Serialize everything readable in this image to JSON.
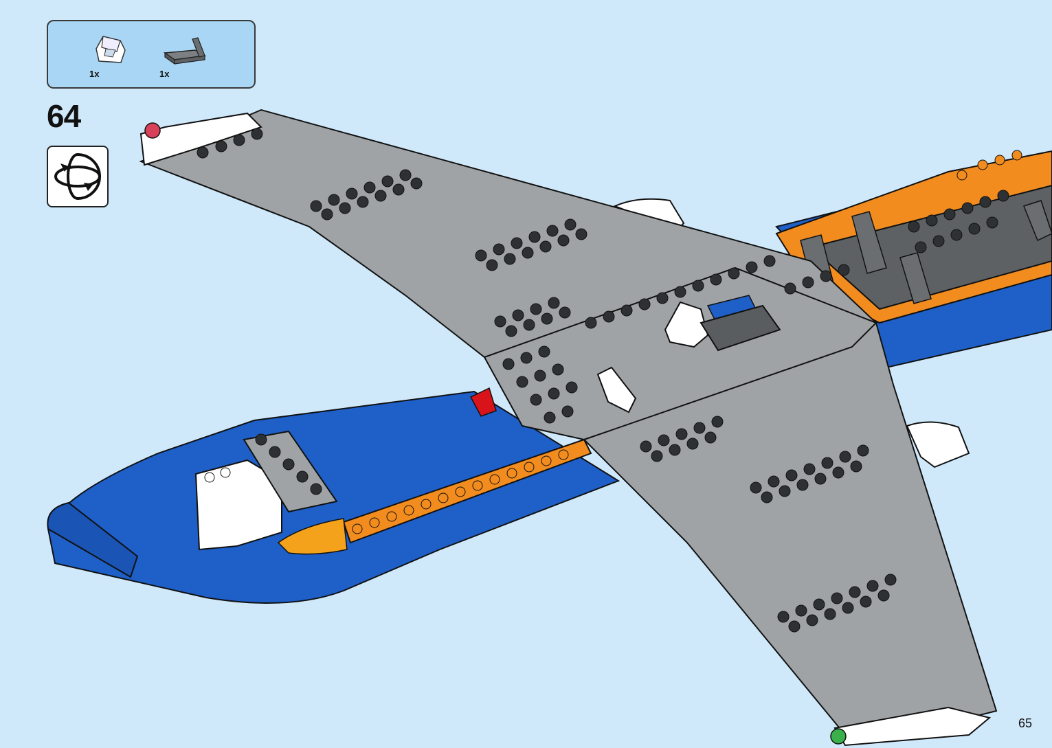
{
  "parts_list": {
    "items": [
      {
        "qty": "1x",
        "icon": "white-slope-brick-icon",
        "color": "#ffffff"
      },
      {
        "qty": "1x",
        "icon": "dark-gray-seat-brick-icon",
        "color": "#6b6e70"
      }
    ]
  },
  "step": {
    "number": "64"
  },
  "rotate_callout": {
    "icon": "rotate-model-icon"
  },
  "page": {
    "number": "65"
  },
  "colors": {
    "background": "#cfe9fb",
    "parts_box": "#a9d6f4",
    "wing_gray": "#a0a3a5",
    "stud_black": "#2e3134",
    "fuselage_blue": "#1e5fc8",
    "accent_orange": "#f28c1e",
    "white": "#ffffff"
  }
}
